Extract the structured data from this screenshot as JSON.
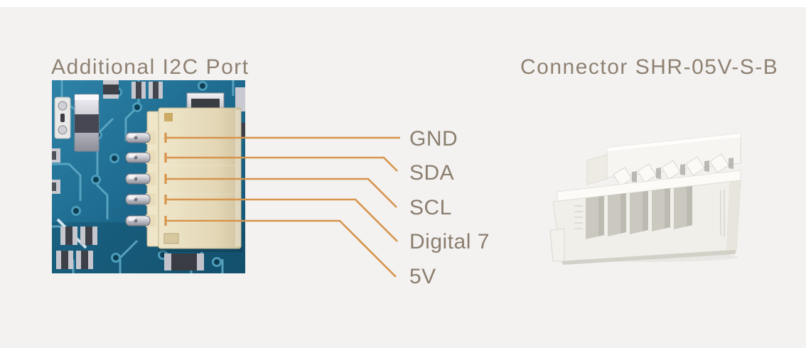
{
  "page": {
    "titles": {
      "left": "Additional I2C Port",
      "right": "Connector SHR-05V-S-B"
    }
  },
  "pinout": {
    "pins": [
      {
        "label": "GND"
      },
      {
        "label": "SDA"
      },
      {
        "label": "SCL"
      },
      {
        "label": "Digital 7"
      },
      {
        "label": "5V"
      }
    ]
  },
  "photos": {
    "pcb": {
      "description": "Blue circuit board close-up with 5-pin additional I2C port connector"
    },
    "connector": {
      "description": "White SHR-05V-S-B 5-position connector housing"
    }
  },
  "colors": {
    "page_background": "#ffffff",
    "panel_background": "#f3f2f0",
    "callout_line": "#d6944c",
    "label_text": "#8b7e70",
    "title_text": "#8f8173",
    "pcb_blue": "#1d6a8e",
    "pcb_trace": "#5ea9c6",
    "port_housing_tan": "#e3d7b6",
    "connector_white": "#f1efe9"
  }
}
